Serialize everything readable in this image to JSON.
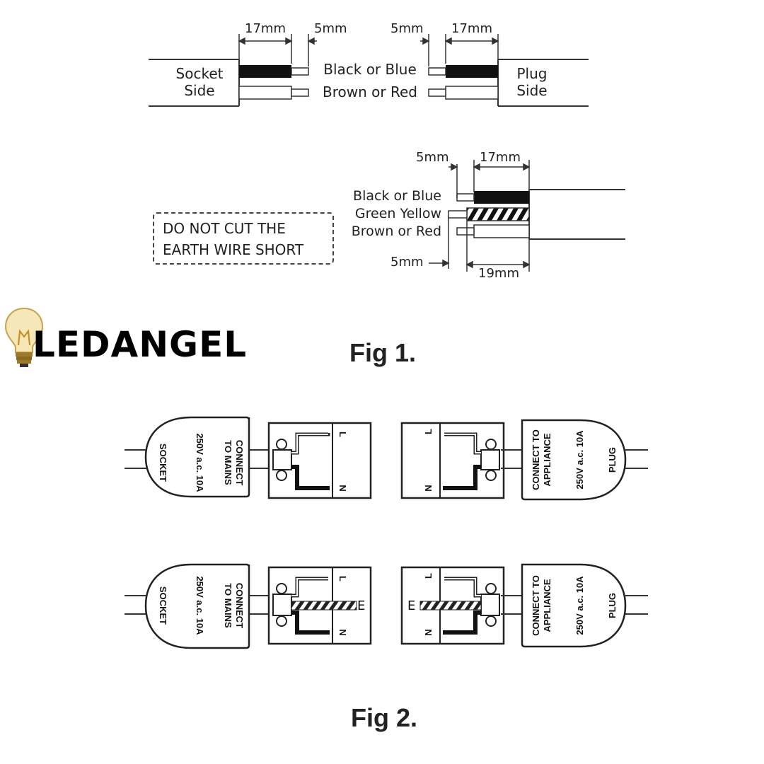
{
  "brand": {
    "name": "LEDANGEL",
    "logo_icon": "light-bulb-icon"
  },
  "fig1": {
    "title": "Fig 1.",
    "top": {
      "dim_17mm_left": "17mm",
      "dim_5mm_left": "5mm",
      "dim_5mm_right": "5mm",
      "dim_17mm_right": "17mm",
      "socket_side_line1": "Socket",
      "socket_side_line2": "Side",
      "plug_side_line1": "Plug",
      "plug_side_line2": "Side",
      "wire1": "Black or Blue",
      "wire2": "Brown or Red"
    },
    "bottom": {
      "dim_5mm_top": "5mm",
      "dim_17mm": "17mm",
      "wire1": "Black or Blue",
      "wire2": "Green Yellow",
      "wire3": "Brown or Red",
      "dim_5mm_bottom": "5mm",
      "dim_19mm": "19mm",
      "warning_line1": "DO NOT CUT THE",
      "warning_line2": "EARTH WIRE SHORT"
    }
  },
  "fig2": {
    "title": "Fig 2.",
    "socket_label": "SOCKET",
    "socket_connect1": "CONNECT",
    "socket_connect2": "TO MAINS",
    "rating": "250V a.c. 10A",
    "plug_label": "PLUG",
    "plug_connect1": "CONNECT TO",
    "plug_connect2": "APPLIANCE",
    "terminal_L": "L",
    "terminal_N": "N",
    "terminal_E": "E"
  }
}
